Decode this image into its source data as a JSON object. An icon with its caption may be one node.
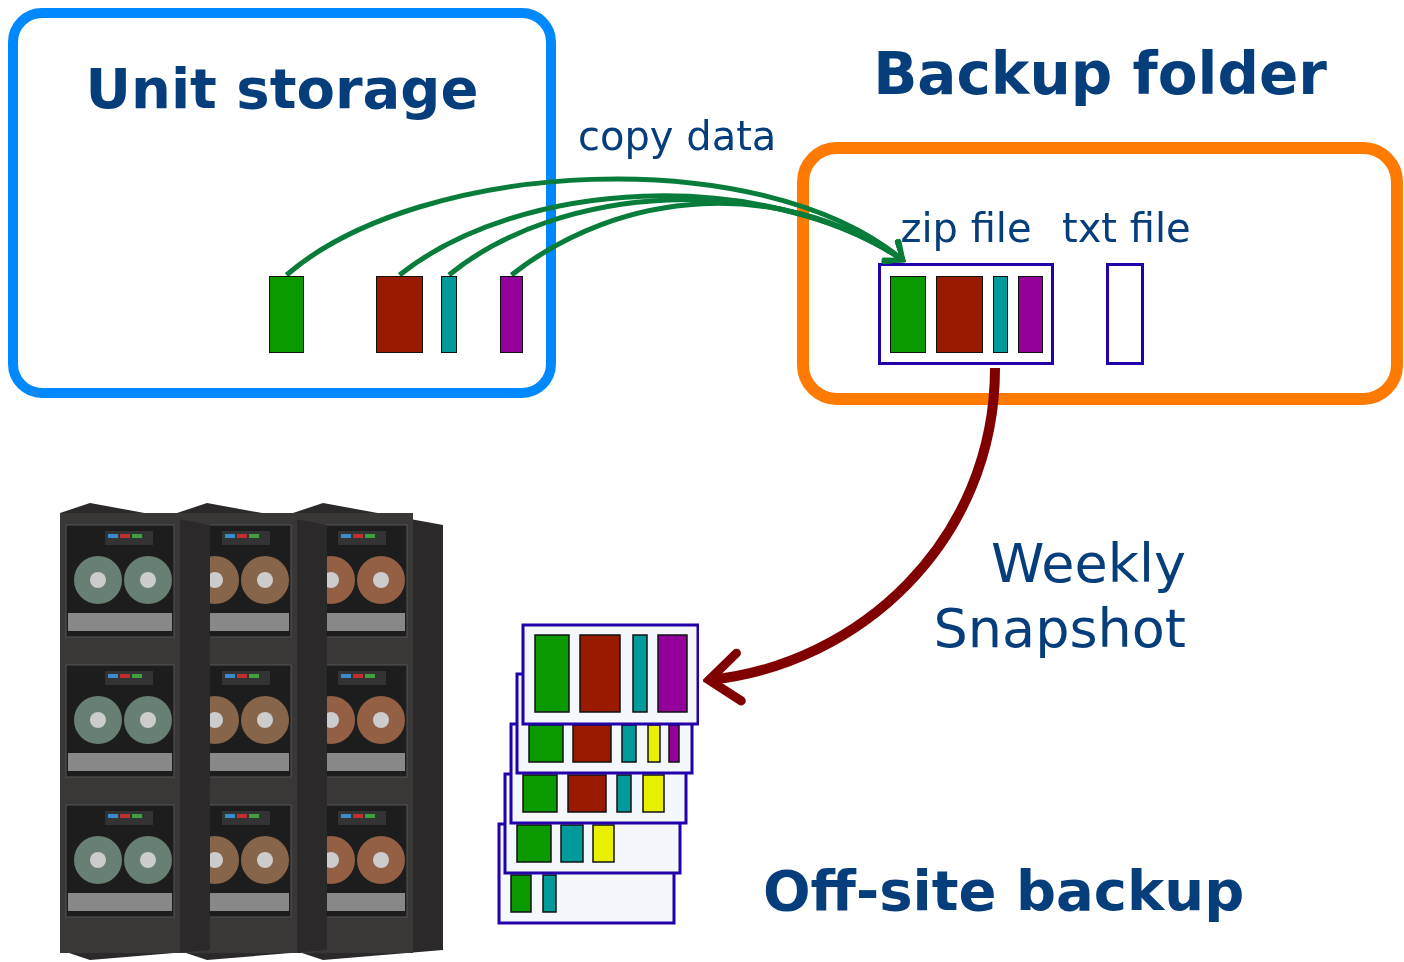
{
  "diagram": {
    "nodes": [
      {
        "text": [
          "Unit storage"
        ]
      },
      {
        "text": [],
        "shape": "bar",
        "in": 0
      },
      {
        "text": [],
        "shape": "bar",
        "in": 0
      },
      {
        "text": [],
        "shape": "bar",
        "in": 0
      },
      {
        "text": [],
        "shape": "bar",
        "in": 0
      },
      {
        "text": [
          "Backup folder"
        ]
      },
      {
        "text": [
          "zip file"
        ],
        "in": 5
      },
      {
        "text": [],
        "shape": "bar",
        "in": 6
      },
      {
        "text": [],
        "shape": "bar",
        "in": 6
      },
      {
        "text": [],
        "shape": "bar",
        "in": 6
      },
      {
        "text": [],
        "shape": "bar",
        "in": 6
      },
      {
        "text": [
          "txt file"
        ],
        "in": 5
      },
      {
        "text": [],
        "shape": "picture"
      }
    ],
    "edges": [
      {
        "from": 1,
        "to": 6,
        "arrow": "to",
        "label": "copy data"
      },
      {
        "from": 2,
        "to": 6,
        "arrow": "to"
      },
      {
        "from": 3,
        "to": 6,
        "arrow": "to"
      },
      {
        "from": 4,
        "to": 6,
        "arrow": "to"
      },
      {
        "from": 6,
        "to": 12,
        "arrow": "to",
        "label": "Weekly Snapshot",
        "style": "thick",
        "color": "#800000"
      }
    ],
    "labels": [
      "Off-site backup"
    ]
  }
}
